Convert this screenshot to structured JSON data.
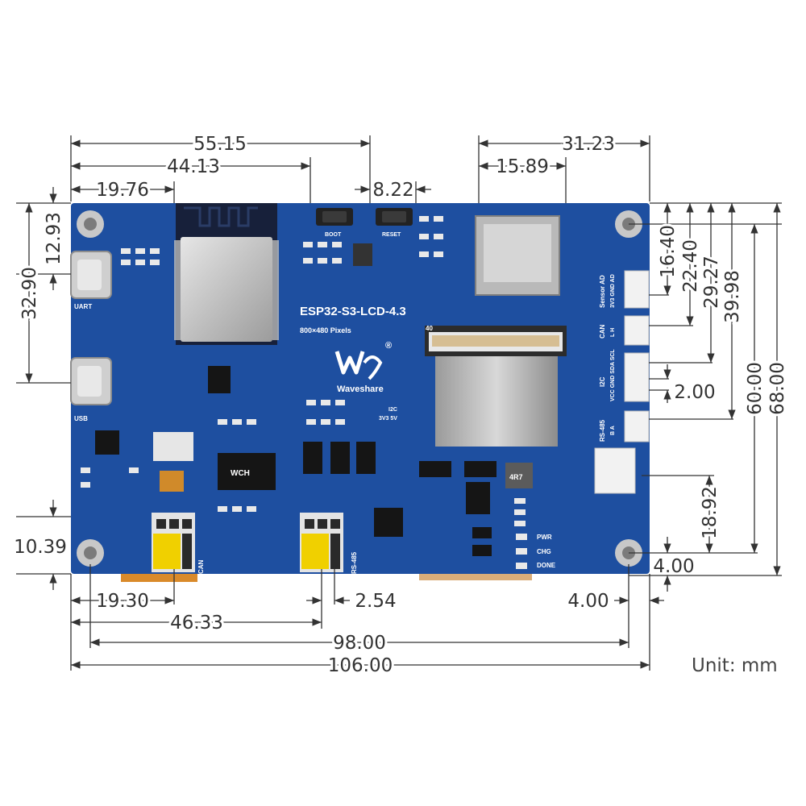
{
  "board": {
    "model": "ESP32-S3-LCD-4.3",
    "resolution": "800×480 Pixels",
    "brand": "Waveshare",
    "registered_mark": "®",
    "buttons": {
      "boot": "BOOT",
      "reset": "RESET"
    },
    "ports": {
      "uart": "UART",
      "usb": "USB"
    },
    "fpc_pin": "40",
    "i2c_jumper": {
      "title": "I2C",
      "options": "3V3 5V"
    },
    "header_labels": {
      "sensor": "Sensor AD",
      "sensor_pins": "3V3 GND AD",
      "can": "CAN",
      "can_pins": "L  H",
      "i2c": "I2C",
      "i2c_pins": "VCC GND SDA SCL",
      "rs485": "RS-485",
      "rs485_pins": "B  A"
    },
    "terminal_labels": {
      "can": "CAN",
      "rs485": "RS-485"
    },
    "leds": {
      "pwr": "PWR",
      "chg": "CHG",
      "done": "DONE"
    },
    "chip_mark": "WCH",
    "inductor_mark": "4R7"
  },
  "dimensions": {
    "top": [
      "55.15",
      "44.13",
      "19.76",
      "8.22",
      "31.23",
      "15.89"
    ],
    "left": [
      "12.93",
      "32.90",
      "10.39"
    ],
    "right": [
      "16.40",
      "22.40",
      "29.27",
      "39.98",
      "60.00",
      "68.00",
      "2.00",
      "18.92",
      "4.00"
    ],
    "bottom": [
      "19.30",
      "46.33",
      "2.54",
      "4.00",
      "98.00",
      "106.00"
    ]
  },
  "unit_label": "Unit: mm",
  "colors": {
    "pcb": "#1e4fa0",
    "dimension_line": "#333333",
    "pin_header": "#f0d000"
  }
}
